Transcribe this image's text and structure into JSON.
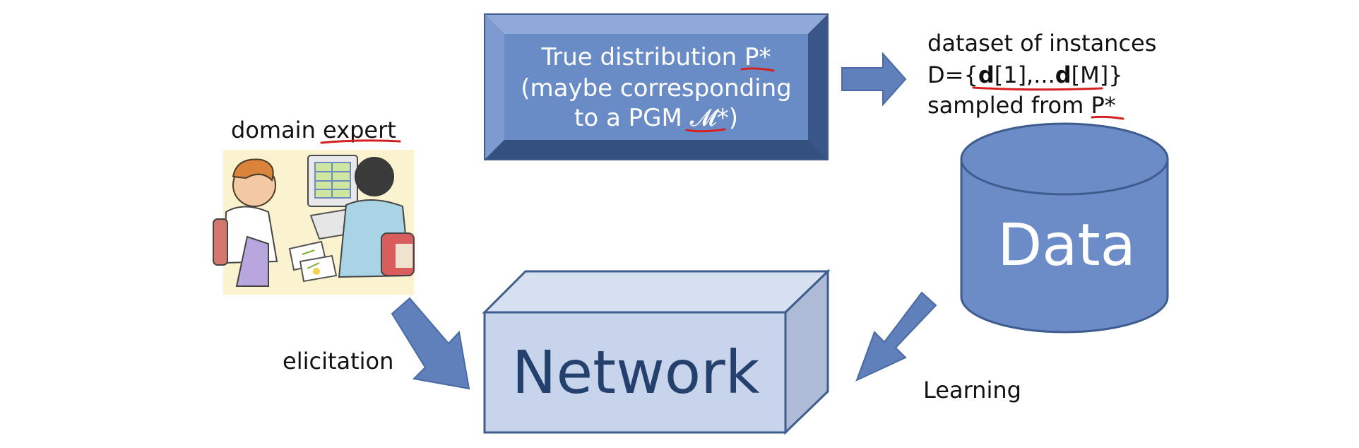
{
  "colors": {
    "box_blue": "#6a8cc6",
    "box_dark": "#3f5c8f",
    "cylinder": "#6b8cc7",
    "network_front": "#c7d4eb",
    "arrow": "#5f80ba",
    "underline": "#d42020"
  },
  "true_dist": {
    "line1": "True distribution ",
    "line1_p": "P*",
    "line2": "(maybe corresponding",
    "line3a": "to a PGM ",
    "line3_m": "𝓜*",
    "line3b": ")"
  },
  "dataset": {
    "line1": "dataset of instances",
    "line2_a": "D={",
    "line2_d1": "d",
    "line2_b": "[1],...",
    "line2_d2": "d",
    "line2_c": "[M]}",
    "line3_a": "sampled from ",
    "line3_p": "P*"
  },
  "data_label": "Data",
  "network_label": "Network",
  "expert": {
    "domain": "domain ",
    "expert": "expert"
  },
  "elicitation": "elicitation",
  "learning": "Learning",
  "icons": {
    "expert_image": "clipart-people-at-computer-icon"
  }
}
